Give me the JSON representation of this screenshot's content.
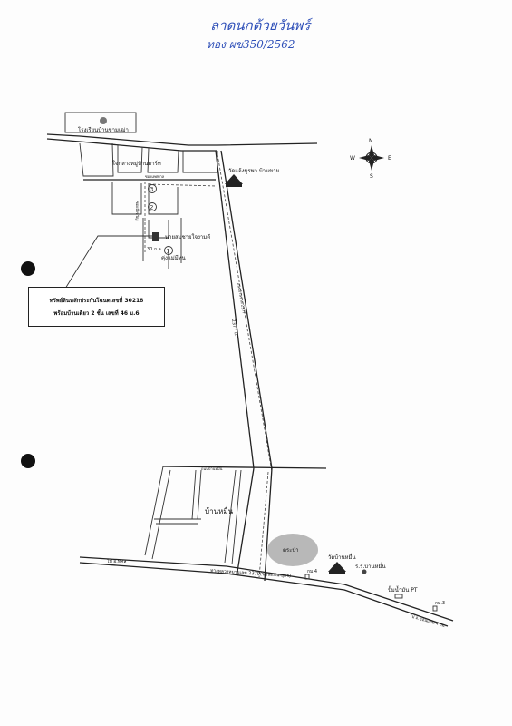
{
  "header": {
    "handwritten_line1": "ลาดนกด้วยวันพร์",
    "handwritten_line2": "ทอง ผข350/2562"
  },
  "labels": {
    "school": "โรงเรียนบ้านขามเฒ่า",
    "junction": "ใจกลางหมู่บ้านมาร์ท",
    "road_top": "ซอยเทศบาล",
    "road_side": "ซอยมิ่งขวัญ",
    "temple_north": "วัดแจ้งบูรพา บ้านขาม",
    "house_north": "นายสมชายใจงามดี",
    "house_south": "คุ่งแม่มีทน",
    "house_label": "30 ถ.ล.",
    "main_road_north": "ถนนบ้านขาม 2377",
    "main_road_side": "2377 ถ.",
    "village": "บ้านหมื่น",
    "village_road": "ถนนบ้านหมื่น",
    "highway_left": "ไป อ.ทศล",
    "highway_name": "ทางหลวงหมายเลข 2379(ขอนแก่น-อุดร)",
    "forest": "ตระป่า",
    "km_left": "กม.4",
    "km_right": "กม.3",
    "temple_south": "วัดบ้านหมื่น",
    "school_south": "ร.ร.บ้านหมื่น",
    "gas_station": "ปั๊มน้ำมัน PT",
    "highway_right": "ไป อ.ขอนแก่น 4 กม."
  },
  "markers": [
    "1",
    "2",
    "3"
  ],
  "note": {
    "line1": "ทรัพย์สินหลักประกันโฉนดเลขที่ 30218",
    "line2": "พร้อมบ้านเดี่ยว 2 ชั้น เลขที่ 46 ม.6"
  },
  "compass": {
    "n": "N",
    "s": "S",
    "e": "E",
    "w": "W"
  },
  "colors": {
    "ink": "#222222",
    "handwriting": "#2e4fb8",
    "forest": "#b8b8b8"
  }
}
